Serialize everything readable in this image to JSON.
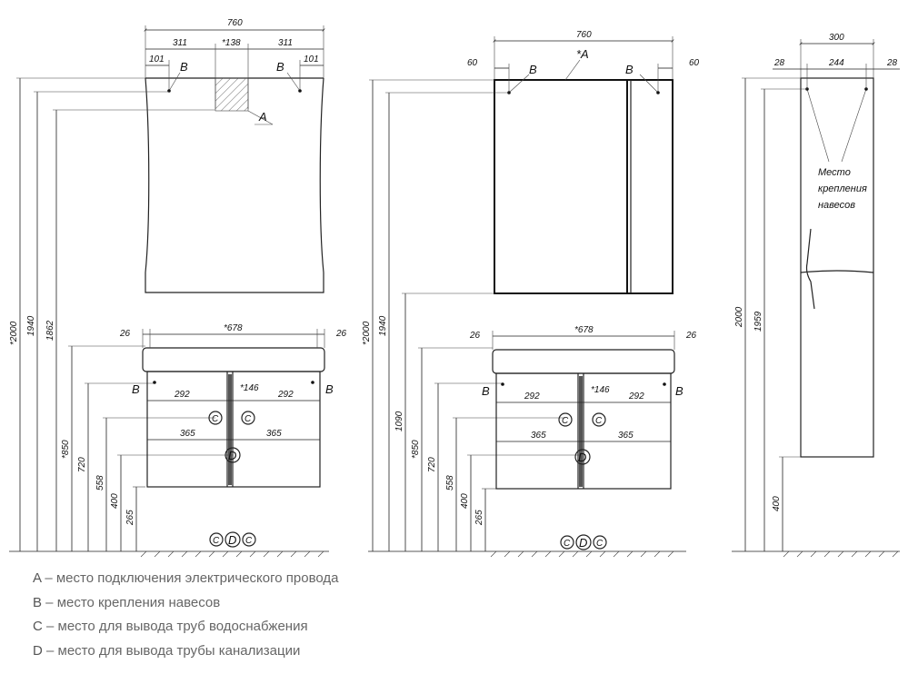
{
  "left": {
    "top_width": "760",
    "seg_left": "311",
    "seg_mid": "*138",
    "seg_right": "311",
    "off_left": "101",
    "off_right": "101",
    "mark_b": "B",
    "mark_a": "A",
    "cab_left": "26",
    "cab_mid": "*678",
    "cab_right": "26",
    "half_left": "292",
    "gap": "*146",
    "half_right": "292",
    "pipe_left": "365",
    "pipe_right": "365",
    "mark_d": "D",
    "mark_c": "C",
    "v_total": "*2000",
    "v_1940": "1940",
    "v_1862": "1862",
    "v_850": "*850",
    "v_720": "720",
    "v_558": "558",
    "v_400": "400",
    "v_265": "265"
  },
  "middle": {
    "top_width": "760",
    "off_left": "60",
    "off_right": "60",
    "mark_a": "*A",
    "mark_b": "B",
    "cab_left": "26",
    "cab_mid": "*678",
    "cab_right": "26",
    "half_left": "292",
    "gap": "*146",
    "half_right": "292",
    "pipe_left": "365",
    "pipe_right": "365",
    "mark_d": "D",
    "mark_c": "C",
    "v_total": "*2000",
    "v_1940": "1940",
    "v_1090": "1090",
    "v_850": "*850",
    "v_720": "720",
    "v_558": "558",
    "v_400": "400",
    "v_265": "265"
  },
  "right": {
    "top_width": "300",
    "off_left": "28",
    "inner": "244",
    "off_right": "28",
    "note_line1": "Место",
    "note_line2": "крепления",
    "note_line3": "навесов",
    "v_total": "2000",
    "v_1959": "1959",
    "v_400": "400"
  },
  "legend": [
    {
      "key": "A",
      "text": " – место подключения электрического провода"
    },
    {
      "key": "B",
      "text": " – место крепления навесов"
    },
    {
      "key": "C",
      "text": " – место для вывода труб водоснабжения"
    },
    {
      "key": "D",
      "text": " – место для вывода трубы канализации"
    }
  ]
}
